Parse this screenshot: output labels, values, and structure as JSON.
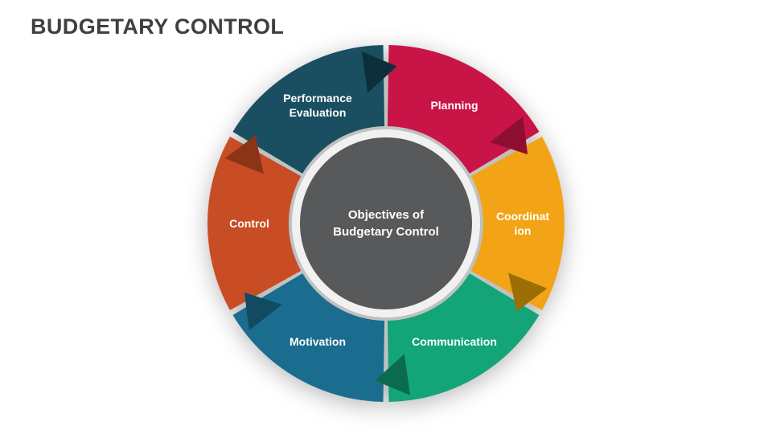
{
  "slide": {
    "title": "BUDGETARY CONTROL",
    "background_color": "#FFFFFF",
    "title_color": "#3F3F3F"
  },
  "diagram": {
    "center": {
      "label": "Objectives of\nBudgetary Control",
      "fill": "#58595B",
      "ring_fill": "#F1F1F2",
      "text_color": "#FFFFFF"
    },
    "segments": [
      {
        "id": "planning",
        "label": "Planning",
        "color": "#C81446",
        "accent": "#8E0E31"
      },
      {
        "id": "coordination",
        "label": "Coordinat\nion",
        "color": "#F2A416",
        "accent": "#9C6E05"
      },
      {
        "id": "communication",
        "label": "Communication",
        "color": "#13A578",
        "accent": "#0B6B4E"
      },
      {
        "id": "motivation",
        "label": "Motivation",
        "color": "#1A6D8E",
        "accent": "#114A61"
      },
      {
        "id": "control",
        "label": "Control",
        "color": "#C84D24",
        "accent": "#8A3517"
      },
      {
        "id": "performance-evaluation",
        "label": "Performance\nEvaluation",
        "color": "#194F60",
        "accent": "#0D2F3C"
      }
    ]
  }
}
